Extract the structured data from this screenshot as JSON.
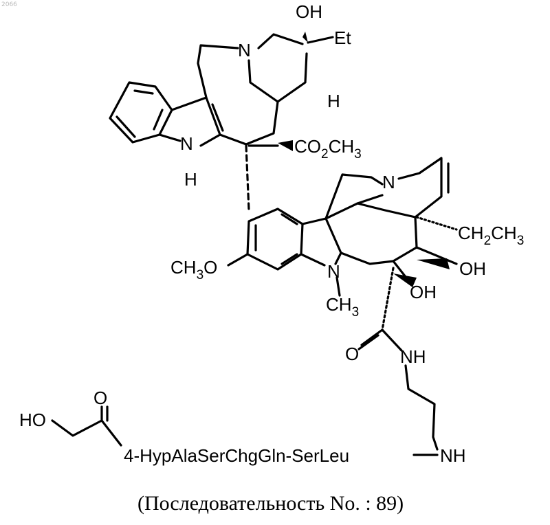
{
  "watermark": "2066",
  "atoms": {
    "oh_top": "OH",
    "et": "Et",
    "n_top": "N",
    "h_stereo": "H",
    "nh_indole_n": "N",
    "nh_indole_h": "H",
    "co2ch3_a": "CO",
    "co2ch3_sub": "2",
    "co2ch3_b": "CH",
    "co2ch3_sub2": "3",
    "n_right": "N",
    "ethyl_a": "CH",
    "ethyl_sub": "2",
    "ethyl_b": "CH",
    "ethyl_sub2": "3",
    "methoxy_a": "CH",
    "methoxy_sub": "3",
    "methoxy_b": "O",
    "n_mid": "N",
    "nme_a": "CH",
    "nme_sub": "3",
    "oh_right": "OH",
    "oh_mid": "OH",
    "o_amide": "O",
    "nh_amide": "NH",
    "ho_left": "HO",
    "o_keto": "O",
    "nh_bottom": "NH"
  },
  "peptide": "4-HypAlaSerChgGln-SerLeu",
  "caption": "(Последовательность No. : 89)"
}
